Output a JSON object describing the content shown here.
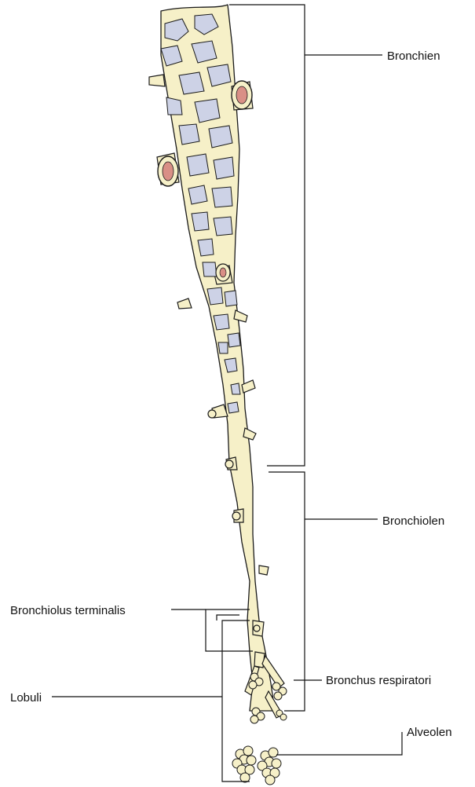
{
  "labels": {
    "bronchien": "Bronchien",
    "bronchiolen": "Bronchiolen",
    "bronchiolus_terminalis": "Bronchiolus terminalis",
    "bronchus_respiratori": "Bronchus respiratori",
    "lobuli": "Lobuli",
    "alveolen": "Alveolen"
  },
  "colors": {
    "airway_fill": "#f6f0c8",
    "cartilage_fill": "#cdd2e6",
    "outline": "#1a1a1a",
    "mucosa": "#d98f86"
  }
}
